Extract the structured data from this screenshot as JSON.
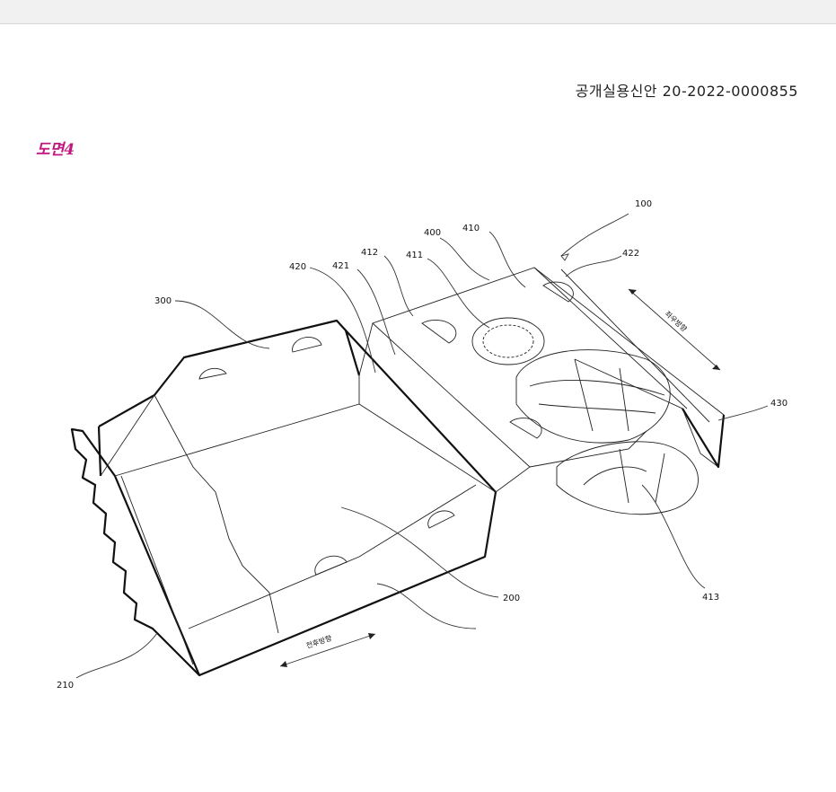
{
  "header": {
    "doc_number": "공개실용신안 20-2022-0000855"
  },
  "figure": {
    "title": "도면4",
    "labels": {
      "l100": "100",
      "l400": "400",
      "l410": "410",
      "l422": "422",
      "l412": "412",
      "l411": "411",
      "l420": "420",
      "l421": "421",
      "l300": "300",
      "l430": "430",
      "l200": "200",
      "l413": "413",
      "l210": "210"
    },
    "directions": {
      "lateral": "좌우방향",
      "front_back": "전후방향"
    }
  }
}
